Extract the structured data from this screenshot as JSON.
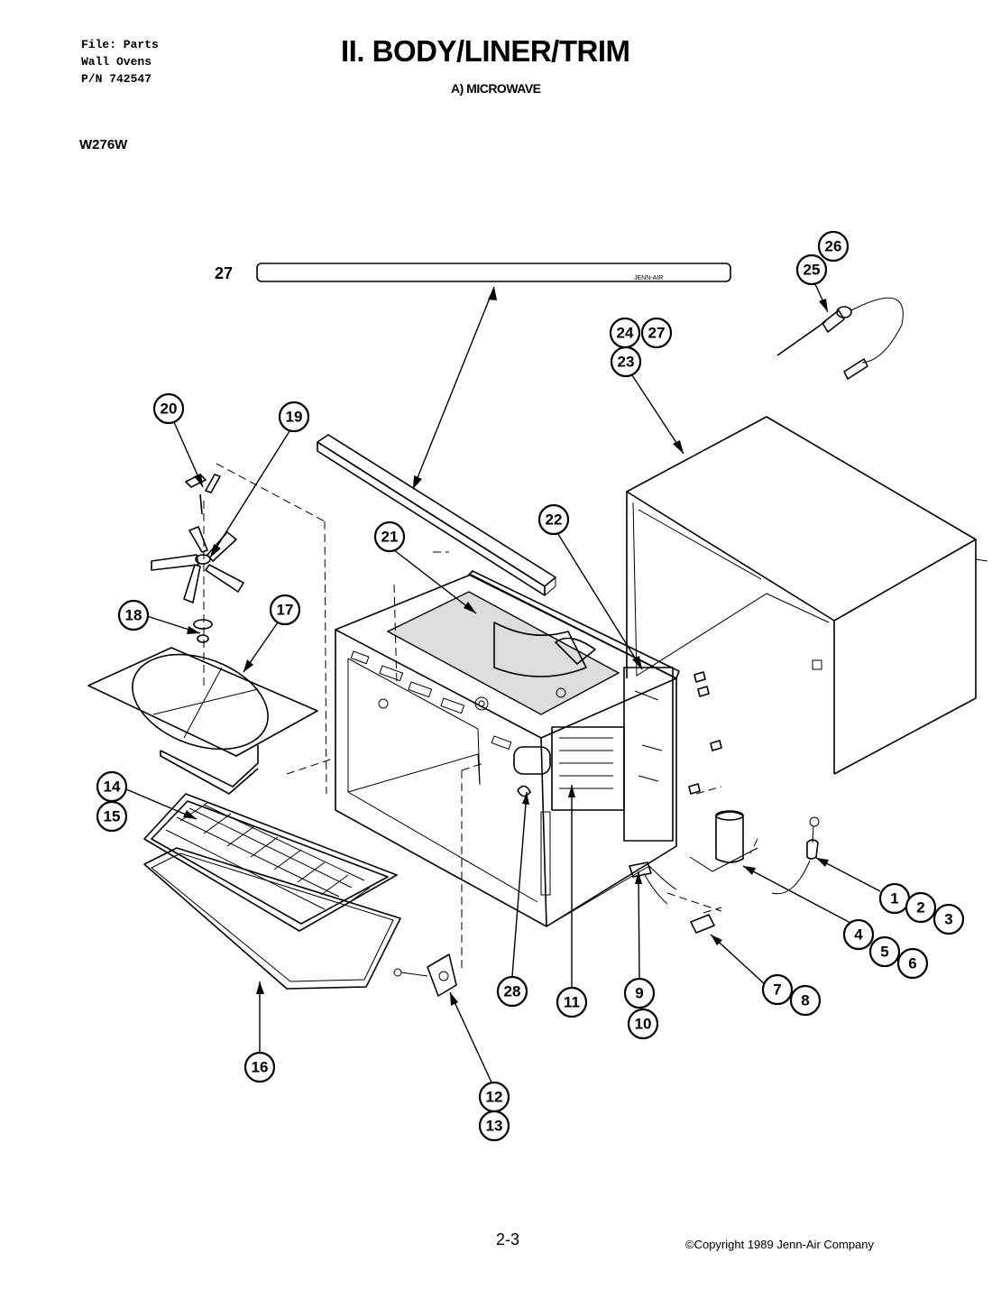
{
  "header": {
    "file_lines": [
      "File: Parts",
      "Wall Ovens",
      "P/N 742547"
    ],
    "model": "W276W",
    "title": "II. BODY/LINER/TRIM",
    "subtitle": "A) MICROWAVE"
  },
  "diagram": {
    "trim_label": "27",
    "trim_brand": "JENN-AIR",
    "callouts": [
      "1",
      "2",
      "3",
      "4",
      "5",
      "6",
      "7",
      "8",
      "9",
      "10",
      "11",
      "12",
      "13",
      "14",
      "15",
      "16",
      "17",
      "18",
      "19",
      "20",
      "21",
      "22",
      "23",
      "24",
      "25",
      "26",
      "27",
      "28"
    ]
  },
  "footer": {
    "page": "2-3",
    "copyright": "©Copyright 1989 Jenn-Air Company"
  }
}
